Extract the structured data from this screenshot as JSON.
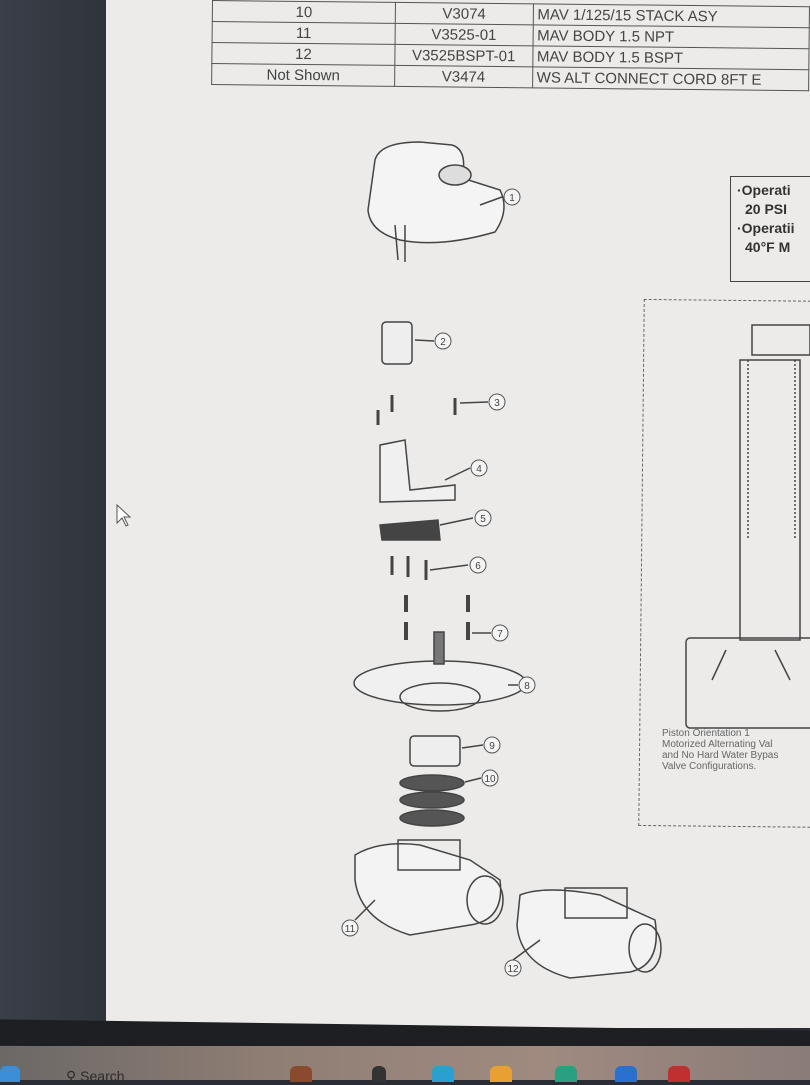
{
  "parts_table": {
    "rows": [
      {
        "item": "10",
        "part_no": "V3074",
        "description": "MAV 1/125/15 STACK ASY"
      },
      {
        "item": "11",
        "part_no": "V3525-01",
        "description": "MAV BODY 1.5 NPT"
      },
      {
        "item": "12",
        "part_no": "V3525BSPT-01",
        "description": "MAV BODY 1.5 BSPT"
      },
      {
        "item": "Not Shown",
        "part_no": "V3474",
        "description": "WS ALT CONNECT CORD 8FT E"
      }
    ]
  },
  "operating_note": {
    "line1": "·Operati",
    "line2": "20 PSI",
    "line3": "·Operatii",
    "line4": "40°F M"
  },
  "piston_caption": {
    "line1": "Piston Orientation 1",
    "line2": "Motorized Alternating Val",
    "line3": "and No Hard Water Bypas",
    "line4": "Valve Configurations."
  },
  "callouts": [
    "1",
    "2",
    "3",
    "4",
    "5",
    "6",
    "7",
    "8",
    "9",
    "10",
    "11",
    "12"
  ],
  "taskbar": {
    "search_label": "Search"
  }
}
